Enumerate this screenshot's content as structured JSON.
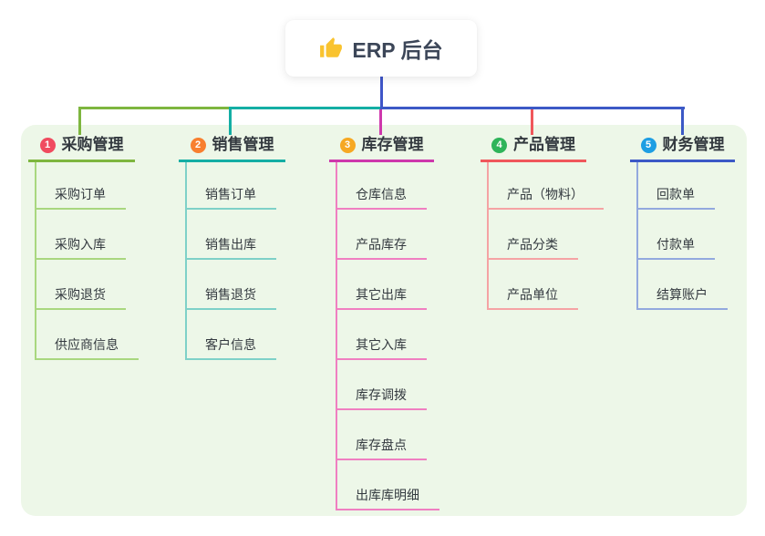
{
  "root": {
    "title": "ERP 后台",
    "icon": "thumbs-up-icon",
    "icon_color": "#f9c32f",
    "card_background": "#ffffff",
    "text_color": "#3c4658"
  },
  "canvas": {
    "page_background": "#ffffff",
    "panel_background": "#edf7e8"
  },
  "connectors": {
    "root_stub_color": "#3f56c8"
  },
  "branches": [
    {
      "index": "1",
      "label": "采购管理",
      "badge_color": "#f04b5f",
      "line_color": "#7eb63f",
      "child_line_color": "#a9d77f",
      "children": [
        "采购订单",
        "采购入库",
        "采购退货",
        "供应商信息"
      ]
    },
    {
      "index": "2",
      "label": "销售管理",
      "badge_color": "#f87f2f",
      "line_color": "#14aea4",
      "child_line_color": "#7ed1c8",
      "children": [
        "销售订单",
        "销售出库",
        "销售退货",
        "客户信息"
      ]
    },
    {
      "index": "3",
      "label": "库存管理",
      "badge_color": "#f6a823",
      "line_color": "#ce38ac",
      "child_line_color": "#f07fc1",
      "children": [
        "仓库信息",
        "产品库存",
        "其它出库",
        "其它入库",
        "库存调拨",
        "库存盘点",
        "出库库明细"
      ]
    },
    {
      "index": "4",
      "label": "产品管理",
      "badge_color": "#2fb45a",
      "line_color": "#f0575b",
      "child_line_color": "#f5a3a4",
      "children": [
        "产品（物料）",
        "产品分类",
        "产品单位"
      ]
    },
    {
      "index": "5",
      "label": "财务管理",
      "badge_color": "#1e9ee3",
      "line_color": "#3c59c6",
      "child_line_color": "#93a9de",
      "children": [
        "回款单",
        "付款单",
        "结算账户"
      ]
    }
  ]
}
